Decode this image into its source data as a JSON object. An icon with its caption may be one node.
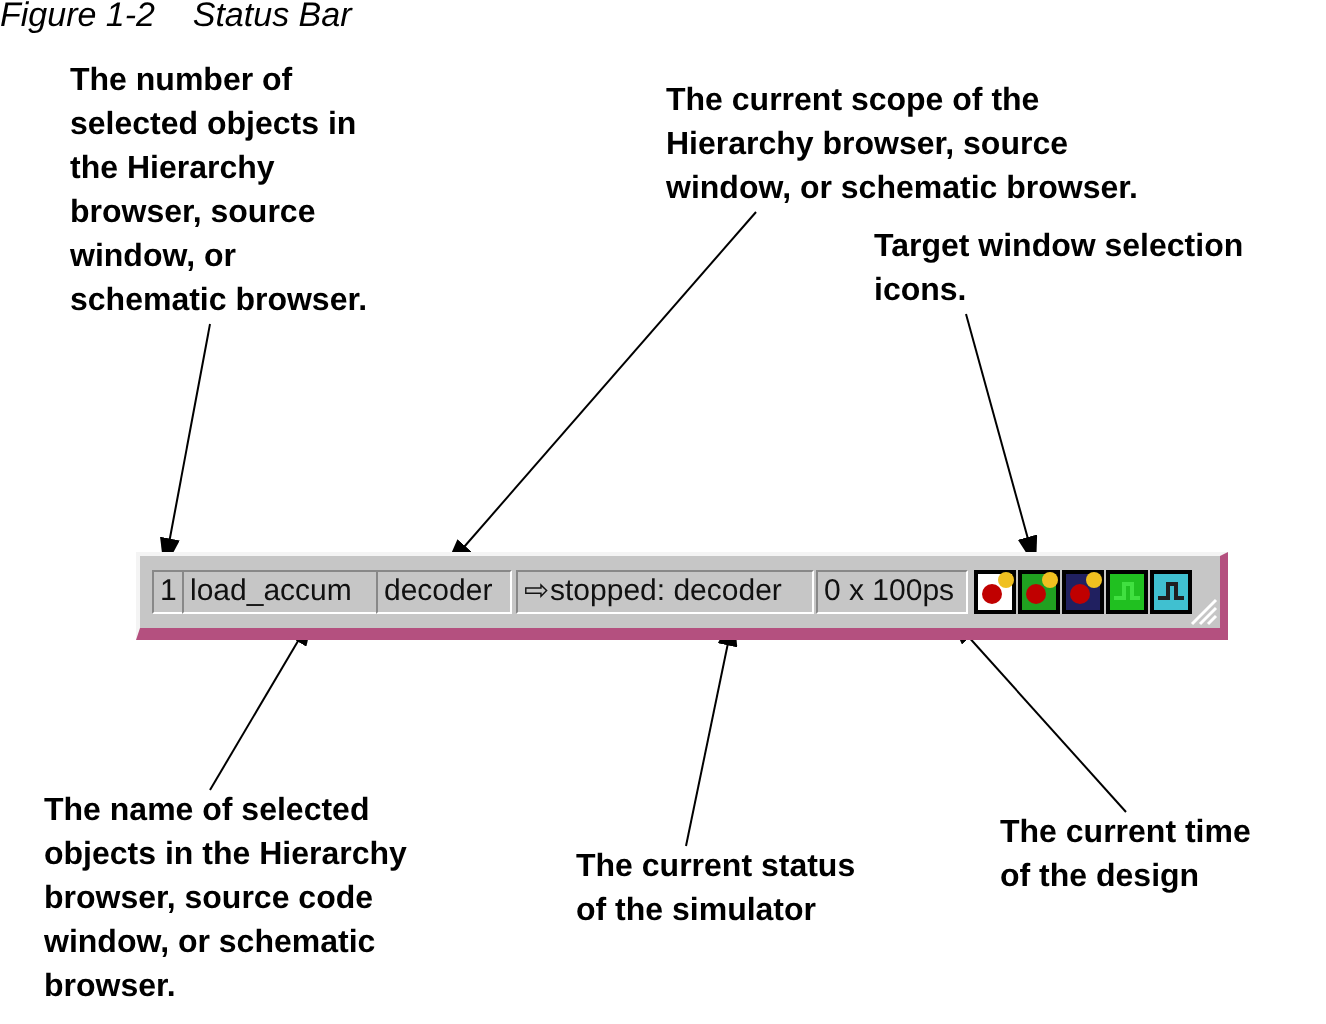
{
  "diagram": {
    "title": "Figure 1-2    Status Bar",
    "nodes": [
      {
        "text": [
          "The number of selected objects in the Hierarchy browser, source window, or schematic browser."
        ]
      },
      {
        "text": [
          "The current scope of the Hierarchy browser, source window, or  schematic browser."
        ]
      },
      {
        "text": [
          "Target window selection icons."
        ]
      },
      {
        "text": [],
        "shape": "bar"
      },
      {
        "text": [
          "1"
        ],
        "in": 3
      },
      {
        "text": [
          "load_accum"
        ],
        "in": 3
      },
      {
        "text": [
          "decoder"
        ],
        "in": 3
      },
      {
        "text": [
          "⇨stopped: decoder"
        ],
        "in": 3
      },
      {
        "text": [
          "0 x 100ps"
        ],
        "in": 3
      },
      {
        "text": [],
        "shape": "picture",
        "in": 3
      },
      {
        "text": [
          "The name of selected objects in the Hierarchy browser, source code window, or schematic browser."
        ]
      },
      {
        "text": [
          "The current status of the simulator"
        ]
      },
      {
        "text": [
          "The current time of the design"
        ]
      }
    ],
    "edges": [
      {
        "from": 0,
        "to": 4,
        "arrow": "to"
      },
      {
        "from": 1,
        "to": 6,
        "arrow": "to"
      },
      {
        "from": 2,
        "to": 9,
        "arrow": "to"
      },
      {
        "from": 10,
        "to": 5,
        "arrow": "to"
      },
      {
        "from": 11,
        "to": 7,
        "arrow": "to"
      },
      {
        "from": 12,
        "to": 8,
        "arrow": "to"
      }
    ]
  }
}
